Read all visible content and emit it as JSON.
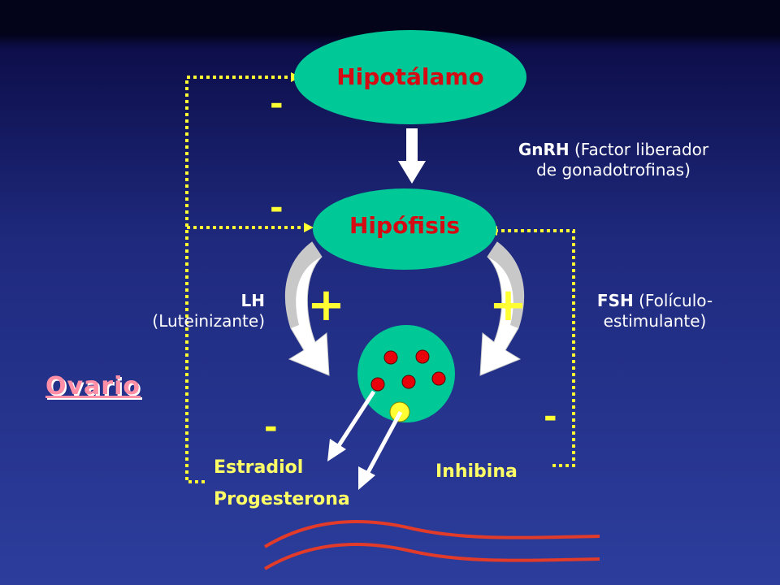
{
  "colors": {
    "node_fill": "#00c896",
    "node_text": "#d60a12",
    "dotted": "#ffff33",
    "wave": "#e23b2a"
  },
  "nodes": {
    "hipotalamo": "Hipotálamo",
    "hipofisis": "Hipófisis"
  },
  "labels": {
    "gnrh_bold": "GnRH",
    "gnrh_rest": "(Factor liberador",
    "gnrh_line2": "de gonadotrofinas)",
    "lh_bold": "LH",
    "lh_line2": "(Luteinizante)",
    "fsh_bold": "FSH",
    "fsh_rest": "(Folículo-",
    "fsh_line2": "estimulante)",
    "ovario": "Ovario",
    "estradiol": "Estradiol",
    "progesterona": "Progesterona",
    "inhibina": "Inhibina"
  },
  "signs": {
    "minus": "-",
    "plus": "+"
  }
}
